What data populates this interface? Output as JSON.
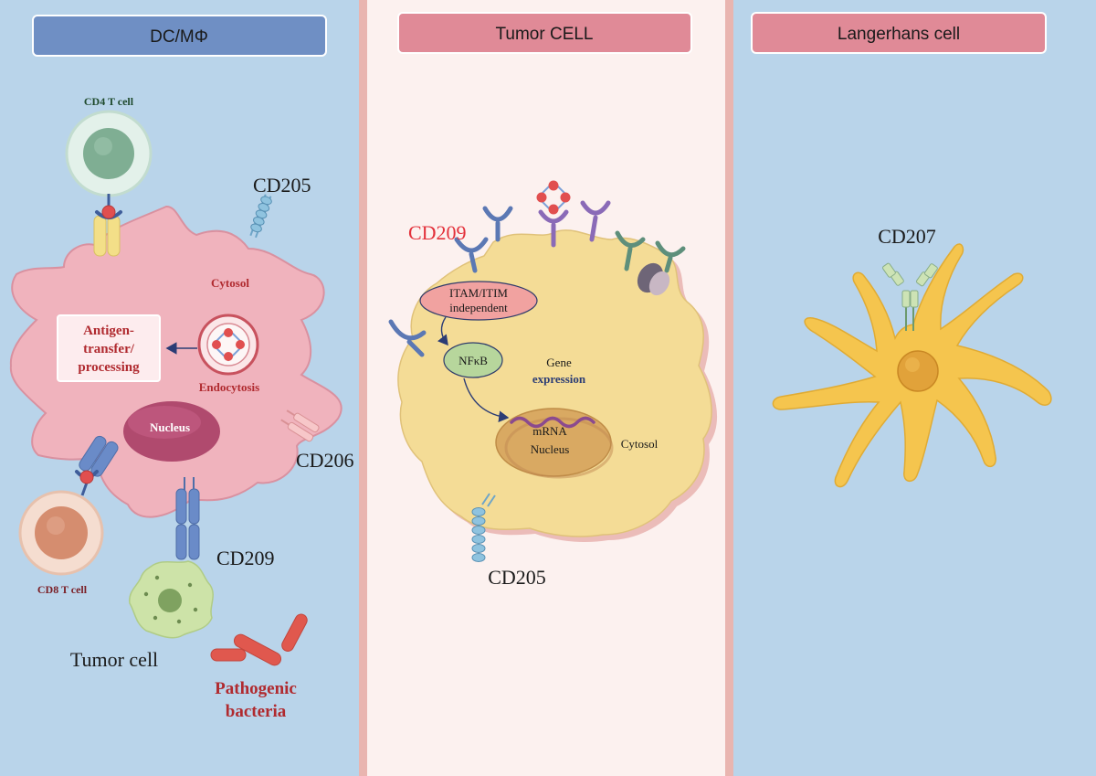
{
  "colors": {
    "panel_blue": "#b9d4ea",
    "panel_pink": "#fcf1ef",
    "header_blue": "#6f8fc4",
    "header_pink": "#e08a97",
    "dc_cell": "#f0b3bd",
    "tumor_cell": "#f4dc96",
    "langerhans_cell": "#f5c54e",
    "receptor_blue": "#5b78b4",
    "red_label": "#b02a2f"
  },
  "panels": {
    "dc": {
      "header": "DC/MΦ",
      "labels": {
        "cd4": "CD4 T cell",
        "cd205": "CD205",
        "cytosol": "Cytosol",
        "antigen_line1": "Antigen-",
        "antigen_line2": "transfer/",
        "antigen_line3": "processing",
        "endocytosis": "Endocytosis",
        "nucleus": "Nucleus",
        "cd206": "CD206",
        "cd8": "CD8 T cell",
        "cd209": "CD209",
        "tumor_cell": "Tumor cell",
        "pathogenic_line1": "Pathogenic",
        "pathogenic_line2": "bacteria"
      }
    },
    "tumor": {
      "header": "Tumor CELL",
      "labels": {
        "cd209": "CD209",
        "itam_line1": "ITAM/ITIM",
        "itam_line2": "independent",
        "nfkb": "NFκB",
        "gene_line1": "Gene",
        "gene_line2": "expression",
        "mrna": "mRNA",
        "nucleus": "Nucleus",
        "cytosol": "Cytosol",
        "cd205": "CD205"
      }
    },
    "langerhans": {
      "header": "Langerhans cell",
      "labels": {
        "cd207": "CD207"
      }
    }
  }
}
